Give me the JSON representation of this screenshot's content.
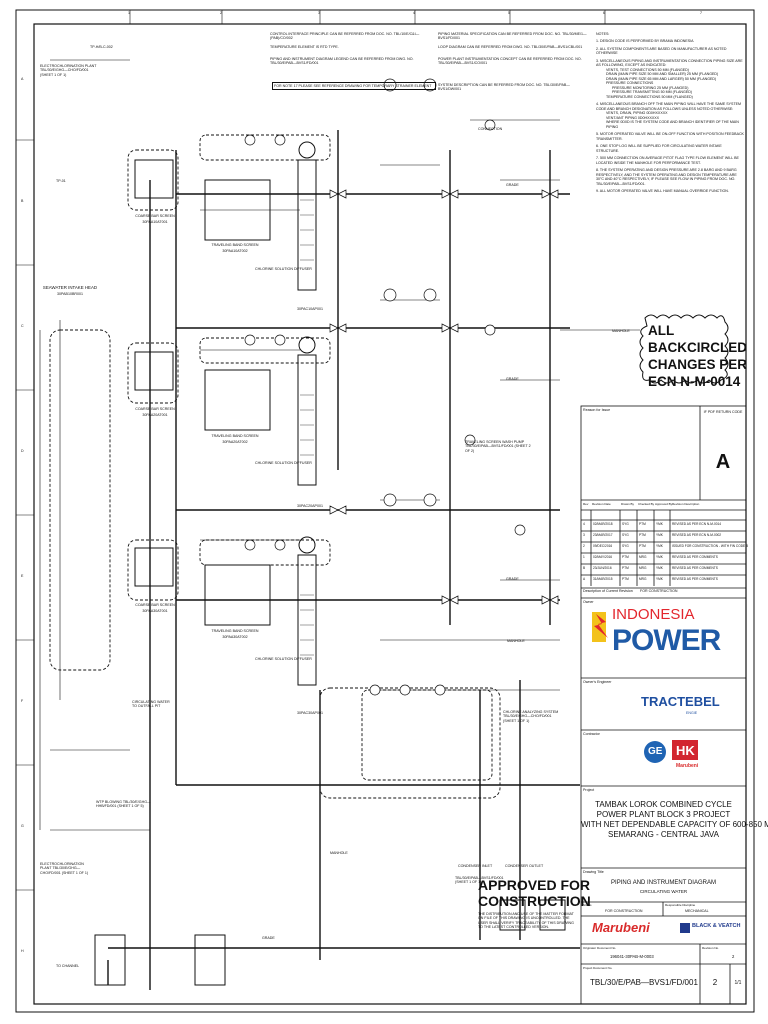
{
  "grid": {
    "columns": [
      "1",
      "2",
      "3",
      "4",
      "5",
      "6",
      "7"
    ],
    "rows": [
      "A",
      "B",
      "C",
      "D",
      "E",
      "F",
      "G",
      "H"
    ]
  },
  "top_notes": {
    "n10": "CONTROL INTERFACE PRINCIPLE CAN BE REFERRED FROM DOC. NO. TBL/10/E/C&I—(PAB)/CO/002",
    "n11": "TEMPERATURE ELEMENT IS RTD TYPE.",
    "n12": "PIPING AND INSTRUMENT DIAGRAM LEGEND CAN BE REFERRED FROM DWG. NO. TBL/30/E/PAB—BVS1/FD/001",
    "n12b": "FOR NOTE 17 PLEASE SEE REFERENCE DRAWING FOR TEMPORARY STRAINER ELEMENT",
    "n13": "PIPING MATERIAL SPECIFICATION CAN BE REFERRED FROM DOC. NO. TBL/30/ME/1—BVS1/FD/001",
    "n14": "LOOP DIAGRAM CAN BE REFERRED FROM DWG. NO. TBL/30/E/PAB—BVS1/CBL/001",
    "n15": "POWER PLANT INSTRUMENTATION CONCEPT CAN BE REFERRED FROM DOC. NO. TBL/30/E/PAB—BVS1/CO/001",
    "n16": "SYSTEM DESCRIPTION CAN BE REFERRED FROM DOC. NO. TBL/30/E/PAB—BVS1/DW/001"
  },
  "notes": {
    "heading": "NOTES:",
    "items": [
      "1. DESIGN CODE IS PERFORMED BY BRAMA INDONESIA",
      "2. ALL SYSTEM COMPONENTS ARE BASED ON MANUFACTURER AS NOTED OTHERWISE",
      "3. MISCELLANEOUS PIPING AND INSTRUMENTATION CONNECTION PIPING SIZE ARE AS FOLLOWING, EXCEPT AS INDICATED:",
      "VENTS, TEST CONNECTIONS 50 MM (FLANGED)",
      "DRAIN (MAIN PIPE SIZE 50 MM AND SMALLER) 25 MM (FLANGED)",
      "DRAIN (MAIN PIPE SIZE 65 MM AND LARGER) 50 MM (FLANGED)",
      "PRESSURE CONNECTIONS",
      "PRESSURE MONITORING 25 MM (FLANGED)",
      "PRESSURE TRANSMITTING 50 MM (FLANGED)",
      "TEMPERATURE CONNECTIONS 50 MM (FLANGED)",
      "4. MISCELLANEOUS BRANCH OFF THE MAIN PIPING WILL HAVE THE SAME SYSTEM CODE AND BRANCH DESIGNATION AS FOLLOWS UNLESS NOTED OTHERWISE:",
      "VENTS, DRAIN, PIPING 0D0HXXXXX",
      "VENT/ANT PIPING 0D0HXXXXX",
      "WHERE 0D0D IS THE SYSTEM CODE AND BRANCH IDENTIFIER OF THE MAIN PIPING",
      "5. MOTOR OPERATED VALVE WILL BE ON-OFF FUNCTION WITH POSITION FEEDBACK TRANSMITTER.",
      "6. ONE STOP LOG WILL BE SUPPLIED FOR CIRCULATING WATER INTAKE STRUCTURE.",
      "7. 500 MM CONNECTION ON AVERAGE PITOT FLAG TYPE FLOW ELEMENT WILL BE LOCATED INSIDE THE MANHOLE FOR PERFORMANCE TEST.",
      "8. THE SYSTEM OPERATING AND DESIGN PRESSURE ARE 2.8 BARG AND 9 BARG RESPECTIVELY, AND THE SYSTEM OPERATING AND DESIGN TEMPERATURE ARE 30°C AND 40°C RESPECTIVELY, IF PLEASE SEE FLOW IN PIPING FROM DOC. NO. TBL/30/E/PAB—BVS1/FD/001.",
      "9. ALL MOTOR OPERATED VALVE WILL HAVE MANUAL OVERRIDE FUNCTION."
    ]
  },
  "left_refs": {
    "chlor_top": "ELECTROCHLORINATION PLANT TBL/30/E/GHG—CHO/FD/001 (SHEET 1 OF 1)",
    "tag_top": "TP-H/B-C-002",
    "tp01": "TP-01",
    "seawater": "SEAWATER INTAKE HEAD",
    "seawater_tag": "30PAB10BR001",
    "chlor_bot": "ELECTROCHLORINATION PLANT TBL/30/E/GHG—CHO/FD/001 (SHEET 1 OF 1)",
    "ref_mid": "WTP BLOWING TBL/30/E/GHG—HHB/FD/001 (SHEET 1 OF 5)",
    "to_channel": "TO CHANNEL",
    "circ_water": "CIRCULATING WATER TO OUTFALL PIT"
  },
  "trains": [
    {
      "coarse": "COARSE BAR SCREEN",
      "coarse_tag": "30PAA10AT001",
      "band": "TRAVELING BAND SCREEN",
      "band_tag": "30PAA10AT002",
      "pump": "30PAC10AP001",
      "chlor": "CHLORINE SOLUTION DIFFUSER"
    },
    {
      "coarse": "COARSE BAR SCREEN",
      "coarse_tag": "30PAA20AT001",
      "band": "TRAVELING BAND SCREEN",
      "band_tag": "30PAA20AT002",
      "pump": "30PAC20AP001",
      "chlor": "CHLORINE SOLUTION DIFFUSER"
    },
    {
      "coarse": "COARSE BAR SCREEN",
      "coarse_tag": "30PAA30AT001",
      "band": "TRAVELING BAND SCREEN",
      "band_tag": "30PAA30AT002",
      "pump": "30PAC30AP001",
      "chlor": "CHLORINE SOLUTION DIFFUSER"
    }
  ],
  "misc_labels": {
    "connection": "CONNECTION",
    "grade": "GRADE",
    "manhole": "MANHOLE",
    "wash_pump": "TRAVELING SCREEN WASH PUMP TBL/30/E/PAB—BVS1/FD/001 (SHEET 2 OF 2)",
    "chlor_analyzing": "CHLORINE ANALYZING SYSTEM TBL/30/E/GHG—CHO/FD/001 (SHEET 1 OF 1)",
    "condenser_inlet": "CONDENSER INLET",
    "condenser_outlet": "CONDENSER OUTLET",
    "bottom_ref": "TBL/30/E/PAB—BVS1/FD/001 (SHEET 1 OF 1)"
  },
  "ecn": {
    "line1": "ALL BACKCIRCLED",
    "line2": "CHANGES PER",
    "line3": "ECN N-M-0014"
  },
  "approved": {
    "line1": "APPROVED FOR",
    "line2": "CONSTRUCTION",
    "desc": "THE DISTRIBUTION AND USE OF THE MATTER FORMAT ON FILE OF THIS DRAWING IS UNCONTROLLED. THE USER SHALL VERIFY TRACEABILITY OF THIS DRAWING TO THE LATEST CONTROLLED VERSION."
  },
  "title_block": {
    "reason_label": "Reason for Issue",
    "return_code_label": "IF PDF RETURN CODE",
    "return_code": "A",
    "revision_header": [
      "Rev",
      "Revision Date",
      "Drawn By",
      "Checked By",
      "Approved By",
      "Revision Description"
    ],
    "revisions": [
      [
        "4",
        "02/MAR/2018",
        "SYG",
        "PTM",
        "YMK",
        "REVISED AS PER ECN N-M-0014"
      ],
      [
        "3",
        "23/MAR/2017",
        "SYG",
        "PTM",
        "YMK",
        "REVISED AS PER ECN N-M-0002"
      ],
      [
        "2",
        "09/DEC/2016",
        "SYG",
        "PTM",
        "YMK",
        "ISSUED FOR CONSTRUCTION - WITH FIN CODE B"
      ],
      [
        "1",
        "02/MAY/2016",
        "PTM",
        "MRG",
        "YMK",
        "REVISED AS PER COMMENTS"
      ],
      [
        "B",
        "23/JUN/2016",
        "PTM",
        "MRG",
        "YMK",
        "REVISED AS PER COMMENTS"
      ],
      [
        "A",
        "31/MAR/2015",
        "PTM",
        "MRG",
        "YMK",
        "REVISED AS PER COMMENTS"
      ]
    ],
    "current_revision_label": "Description of Current Revision",
    "current_revision": "FOR CONSTRUCTION",
    "owner_label": "Owner",
    "owner_logo_line1": "INDONESIA",
    "owner_logo_line2": "POWER",
    "engineer_label": "Owner's Engineer",
    "engineer_name": "TRACTEBEL",
    "engineer_sub": "ENGIE",
    "contractor_label": "Contractor",
    "contractor_ge": "GE",
    "contractor_hk": "HK",
    "contractor_sub": "Marubeni",
    "project_label": "Project",
    "project_lines": [
      "TAMBAK LOROK COMBINED CYCLE",
      "POWER PLANT BLOCK 3 PROJECT",
      "WITH NET DEPENDABLE CAPACITY OF 600-850 MW.",
      "SEMARANG - CENTRAL JAVA"
    ],
    "drawing_title_label": "Drawing Title",
    "drawing_title": "PIPING AND INSTRUMENT DIAGRAM",
    "drawing_subtitle": "CIRCULATING WATER",
    "status_label": "Status",
    "status": "FOR CONSTRUCTION",
    "discipline_label": "Responsible Discipline",
    "discipline": "MECHANICAL",
    "contractor_marubeni": "Marubeni",
    "contractor_bv": "BLACK & VEATCH",
    "orig_doc_label": "Originator Document No.",
    "orig_doc": "196041-30PAB-M-0003",
    "revision_label": "Revision No.",
    "revision": "2",
    "project_doc_label": "Project Document No.",
    "project_doc": "TBL/30/E/PAB—BVS1/FD/001",
    "rev_no": "2",
    "sheet": "1/1"
  },
  "colors": {
    "line": "#111111",
    "logo_red": "#e3262d",
    "logo_blue": "#1f5aa6",
    "logo_yellow": "#f3c21b",
    "tractebel_blue": "#1f4fa0",
    "ge_blue": "#1f64b4",
    "hk_red": "#d22630",
    "marubeni_red": "#d92b2b",
    "bv_blue": "#203a8c"
  }
}
